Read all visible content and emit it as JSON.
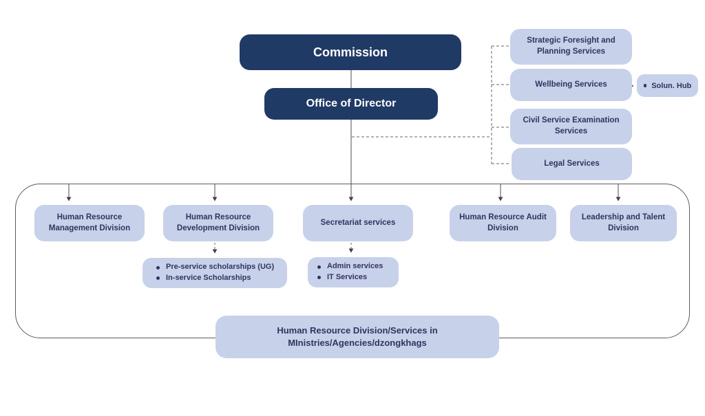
{
  "colors": {
    "navy": "#203a66",
    "light_blue": "#c7d1ea",
    "text_navy": "#31345e",
    "line": "#4c4c4c"
  },
  "top_nodes": {
    "commission": "Commission",
    "office_of_director": "Office of Director"
  },
  "services": [
    {
      "label": "Strategic Foresight and Planning Services"
    },
    {
      "label": "Wellbeing Services"
    },
    {
      "label": "Civil Service Examination Services"
    },
    {
      "label": "Legal Services"
    }
  ],
  "wellbeing_sub": {
    "label": "Solun. Hub"
  },
  "divisions": [
    {
      "label": "Human Resource Management Division"
    },
    {
      "label": "Human Resource Development Division"
    },
    {
      "label": "Secretariat services"
    },
    {
      "label": "Human Resource Audit Division"
    },
    {
      "label": "Leadership and Talent Division"
    }
  ],
  "division_sublists": [
    {
      "parent": "Human Resource Development Division",
      "items": [
        "Pre-service scholarships (UG)",
        "In-service Scholarships"
      ]
    },
    {
      "parent": "Secretariat services",
      "items": [
        "Admin services",
        "IT Services"
      ]
    }
  ],
  "field_units": {
    "label": "Human Resource Division/Services in MInistries/Agencies/dzongkhags"
  }
}
